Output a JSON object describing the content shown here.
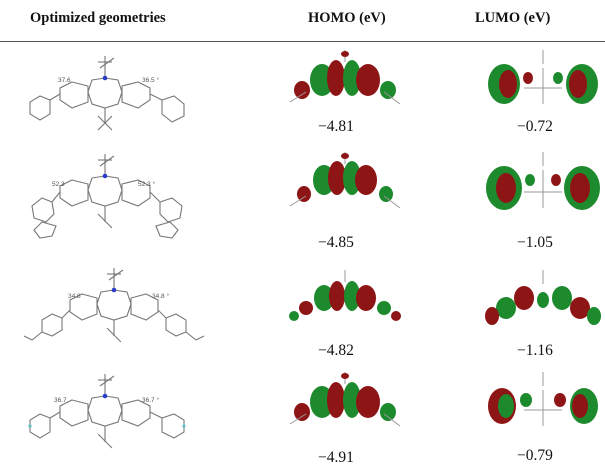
{
  "table": {
    "headers": {
      "geometries": "Optimized geometries",
      "homo": "HOMO (eV)",
      "lumo": "LUMO (eV)"
    },
    "rows": [
      {
        "angle_left": "37.6",
        "angle_right": "36.5 °",
        "homo": "−4.81",
        "lumo": "−0.72"
      },
      {
        "angle_left": "52.3",
        "angle_right": "52.3 °",
        "homo": "−4.85",
        "lumo": "−1.05"
      },
      {
        "angle_left": "34.8",
        "angle_right": "34.8 °",
        "homo": "−4.82",
        "lumo": "−1.16"
      },
      {
        "angle_left": "36.7",
        "angle_right": "36.7 °",
        "homo": "−4.91",
        "lumo": "−0.79"
      }
    ]
  },
  "colors": {
    "lobe_green": "#1e8a2e",
    "lobe_red": "#8e1515",
    "nitrogen": "#2a3cc8",
    "bond": "#777777"
  }
}
